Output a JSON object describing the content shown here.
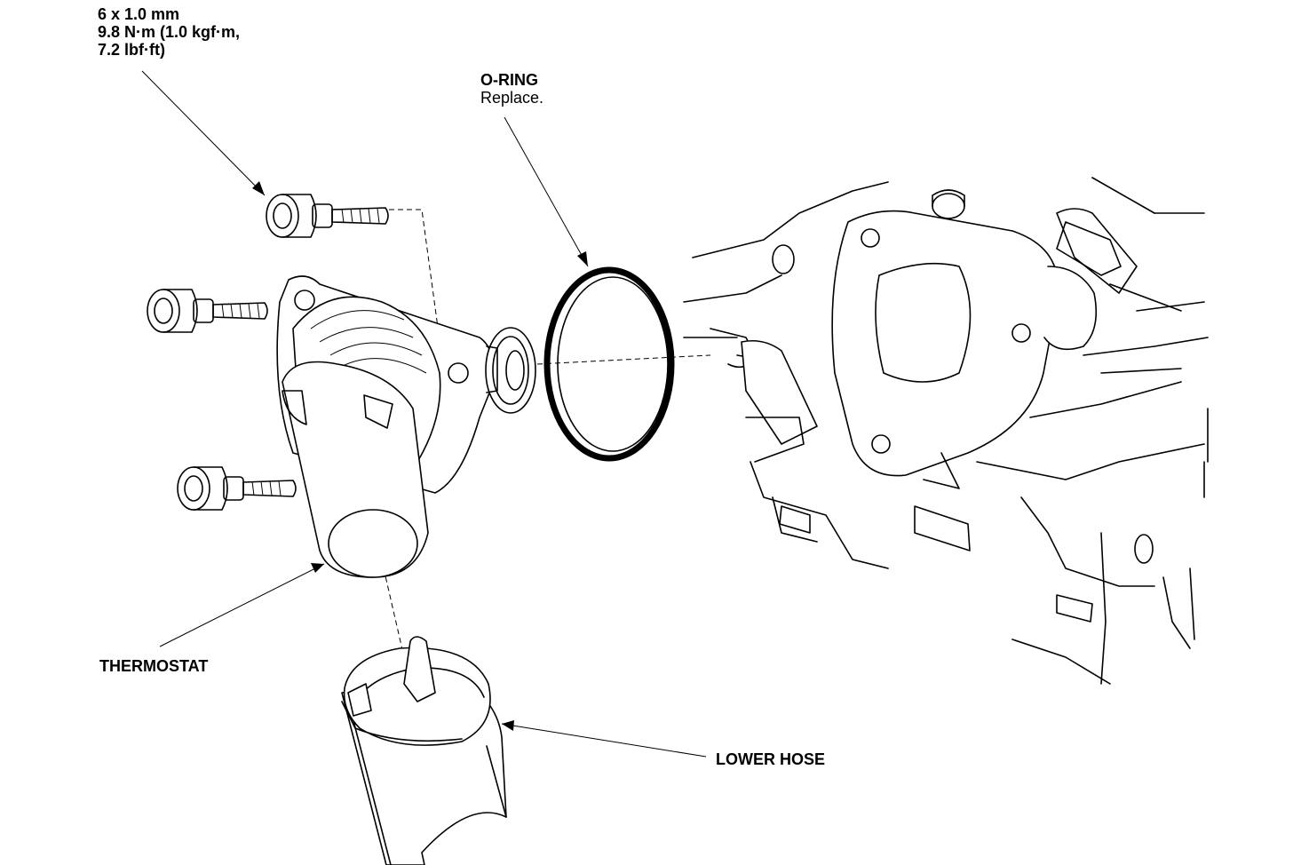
{
  "labels": {
    "bolt_spec": {
      "line1": "6 x 1.0 mm",
      "line2": "9.8 N·m (1.0 kgf·m,",
      "line3": "7.2 lbf·ft)"
    },
    "oring": {
      "title": "O-RING",
      "note": "Replace."
    },
    "thermostat": "THERMOSTAT",
    "lower_hose": "LOWER HOSE"
  }
}
